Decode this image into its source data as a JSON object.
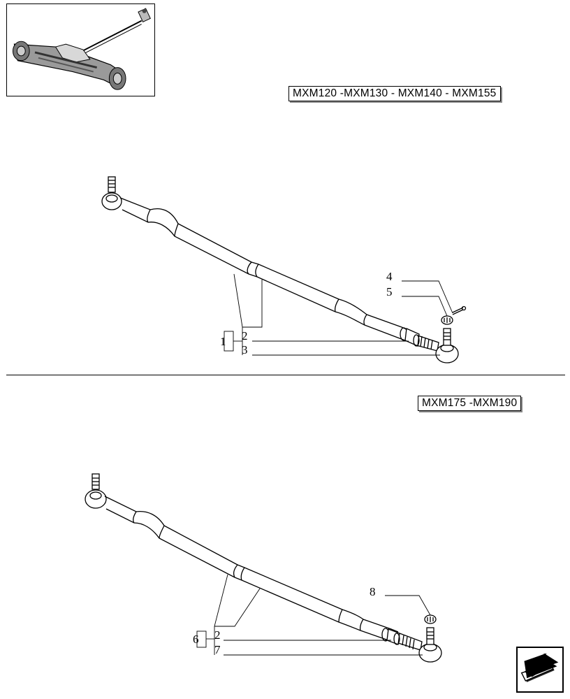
{
  "thumbnail": {
    "icon": "axle-assembly-thumbnail"
  },
  "top_section": {
    "model_label": "MXM120 -MXM130 - MXM140 - MXM155",
    "callouts": {
      "c1": "1",
      "c2": "2",
      "c3": "3",
      "c4": "4",
      "c5": "5"
    }
  },
  "bottom_section": {
    "model_label": "MXM175 -MXM190",
    "callouts": {
      "c6": "6",
      "c2": "2",
      "c7": "7",
      "c8": "8"
    }
  },
  "navigation": {
    "icon": "next-page-arrow-icon"
  }
}
